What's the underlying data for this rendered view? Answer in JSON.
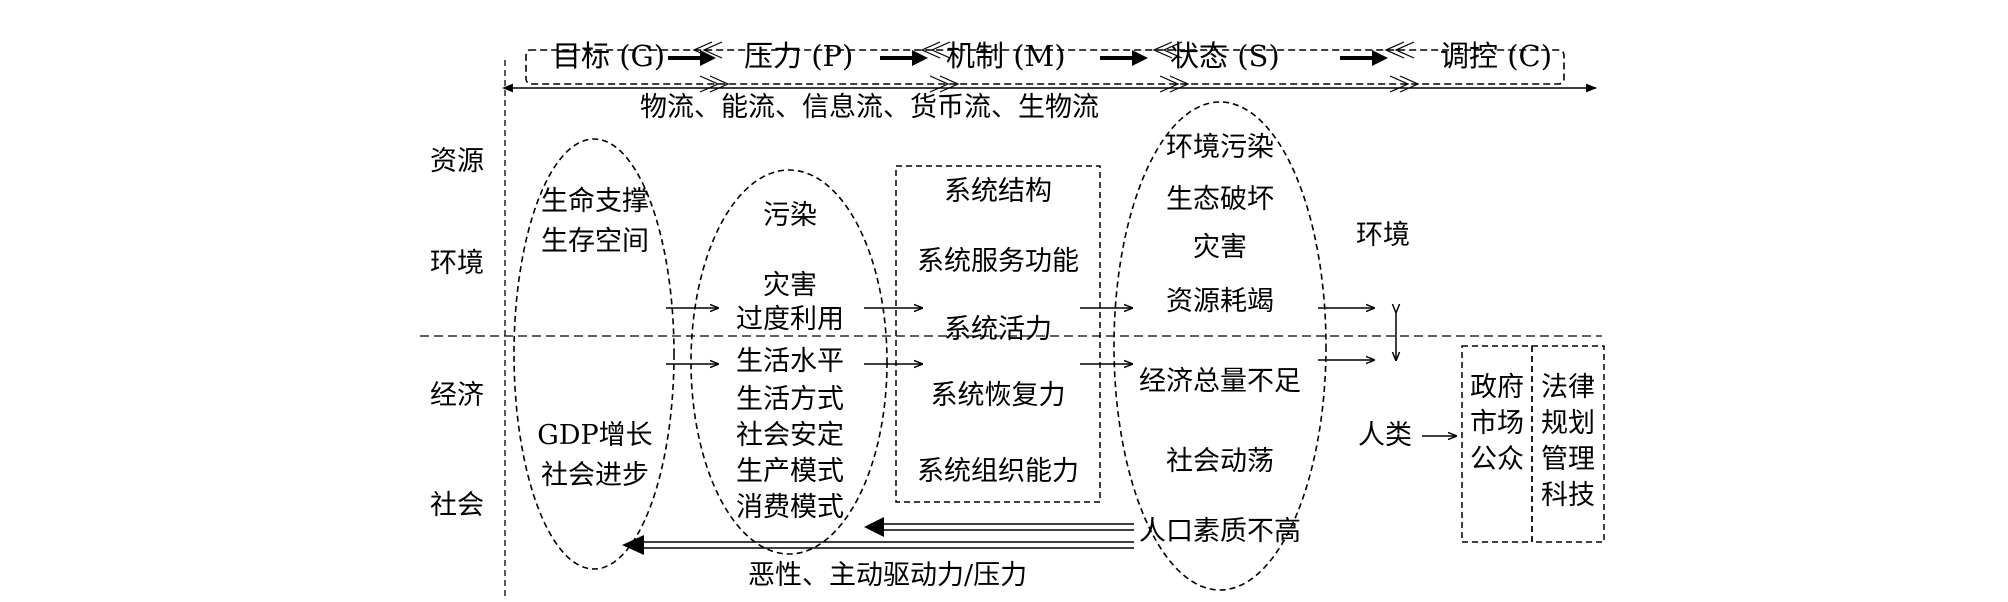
{
  "top_chain": [
    "目标 (G)",
    "压力 (P)",
    "机制 (M)",
    "状态 (S)",
    "调控 (C)"
  ],
  "flows_label": "物流、能流、信息流、货币流、生物流",
  "side_labels": [
    "资源",
    "环境",
    "经济",
    "社会"
  ],
  "goal": {
    "upper": [
      "生命支撑",
      "生存空间"
    ],
    "lower": [
      "GDP增长",
      "社会进步"
    ]
  },
  "pressure": {
    "upper": [
      "污染",
      "灾害",
      "过度利用"
    ],
    "lower": [
      "生活水平",
      "生活方式",
      "社会安定",
      "生产模式",
      "消费模式"
    ]
  },
  "mechanism": [
    "系统结构",
    "系统服务功能",
    "系统活力",
    "系统恢复力",
    "系统组织能力"
  ],
  "state": {
    "upper": [
      "环境污染",
      "生态破坏",
      "灾害",
      "资源耗竭"
    ],
    "lower": [
      "经济总量不足",
      "社会动荡",
      "人口素质不高"
    ]
  },
  "control": {
    "environment": "环境",
    "human": "人类",
    "actors": [
      "政府",
      "市场",
      "公众"
    ],
    "tools": [
      "法律",
      "规划",
      "管理",
      "科技"
    ]
  },
  "bottom_label": "恶性、主动驱动力/压力"
}
